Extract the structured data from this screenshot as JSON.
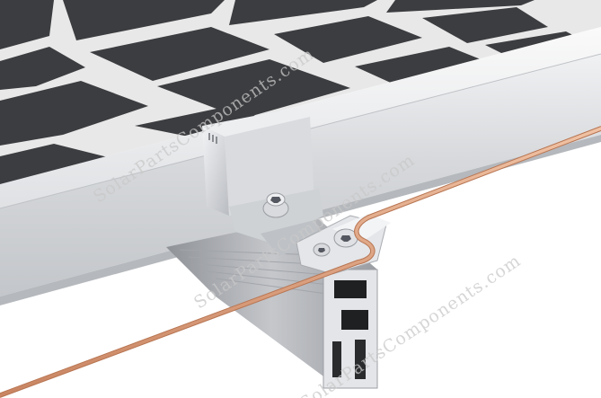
{
  "watermarks": [
    "SolarPartsComponents.com",
    "SolarPartsComponents.com",
    "SolarPartsComponents.com"
  ],
  "colors": {
    "background": "#ffffff",
    "panel_cell": "#3c3d40",
    "panel_gap": "#e6e6e6",
    "frame": "#d3d5d8",
    "rail": "#b9bcc0",
    "copper_wire": "#d99b78"
  }
}
